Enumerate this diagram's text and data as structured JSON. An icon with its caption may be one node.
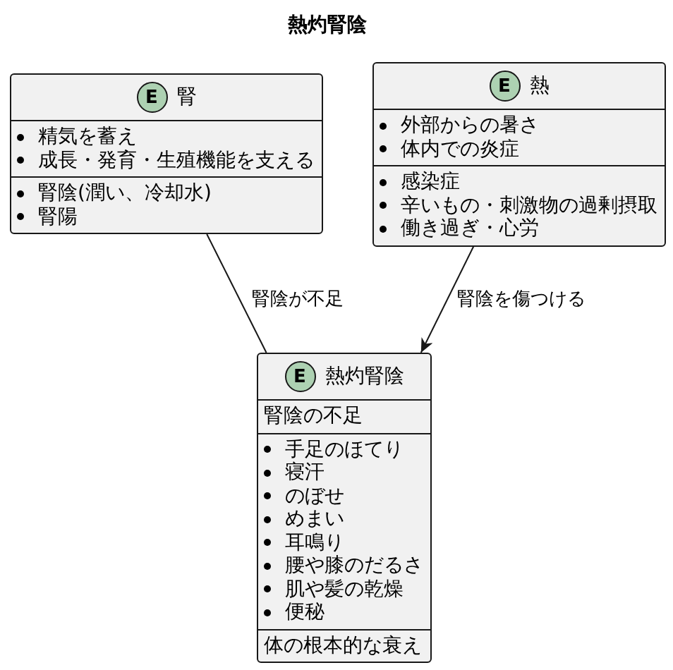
{
  "diagram": {
    "title": "熱灼腎陰",
    "nodes": [
      {
        "text": [
          "E",
          "腎",
          "精気を蓄え",
          "成長・発育・生殖機能を支える",
          "腎陰(潤い、冷却水)",
          "腎陽"
        ]
      },
      {
        "text": [
          "E",
          "熱",
          "外部からの暑さ",
          "体内での炎症",
          "感染症",
          "辛いもの・刺激物の過剰摂取",
          "働き過ぎ・心労"
        ]
      },
      {
        "text": [
          "E",
          "熱灼腎陰",
          "腎陰の不足",
          "手足のほてり",
          "寝汗",
          "のぼせ",
          "めまい",
          "耳鳴り",
          "腰や膝のだるさ",
          "肌や髪の乾燥",
          "便秘",
          "体の根本的な衰え"
        ]
      }
    ],
    "edges": [
      {
        "from": 0,
        "to": 2,
        "arrow": "none",
        "label": "腎陰が不足"
      },
      {
        "from": 1,
        "to": 2,
        "arrow": "to",
        "label": "腎陰を傷つける"
      }
    ]
  }
}
